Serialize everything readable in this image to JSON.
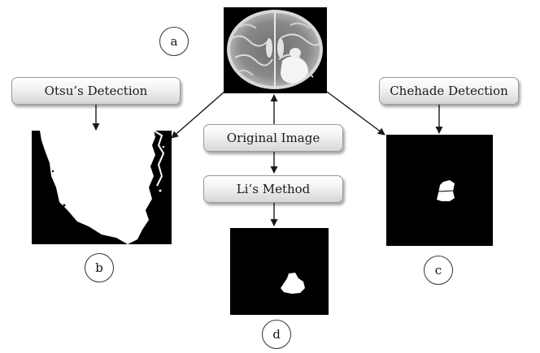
{
  "boxes": {
    "otsu": "Otsu’s Detection",
    "chehade": "Chehade Detection",
    "original": "Original Image",
    "li": "Li’s Method"
  },
  "labels": {
    "a": "a",
    "b": "b",
    "c": "c",
    "d": "d"
  },
  "colors": {
    "arrow": "#1a1a1a",
    "background": "#000000",
    "foreground": "#ffffff"
  }
}
